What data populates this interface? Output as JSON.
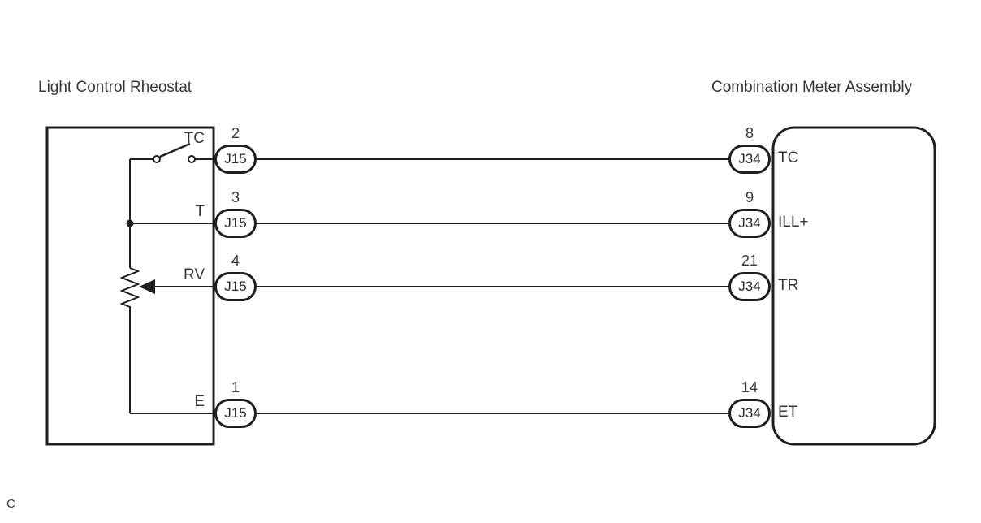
{
  "page": {
    "footnote": "C",
    "background": "#ffffff"
  },
  "colors": {
    "line": "#1f1f1f",
    "text": "#363636"
  },
  "symbols": {
    "switch": "switch-icon",
    "rheostat": "rheostat-resistor-icon",
    "wiper": "wiper-arrow-icon",
    "junction": "junction-dot"
  },
  "left_component": {
    "title": "Light Control Rheostat",
    "connector": "J15",
    "terminals": [
      {
        "pin": "2",
        "connector": "J15",
        "terminal": "TC"
      },
      {
        "pin": "3",
        "connector": "J15",
        "terminal": "T"
      },
      {
        "pin": "4",
        "connector": "J15",
        "terminal": "RV"
      },
      {
        "pin": "1",
        "connector": "J15",
        "terminal": "E"
      }
    ]
  },
  "right_component": {
    "title": "Combination Meter Assembly",
    "connector": "J34",
    "terminals": [
      {
        "pin": "8",
        "connector": "J34",
        "terminal": "TC"
      },
      {
        "pin": "9",
        "connector": "J34",
        "terminal": "ILL+"
      },
      {
        "pin": "21",
        "connector": "J34",
        "terminal": "TR"
      },
      {
        "pin": "14",
        "connector": "J34",
        "terminal": "ET"
      }
    ]
  },
  "connections": [
    {
      "from_pin": "2",
      "from_terminal": "TC",
      "to_pin": "8",
      "to_terminal": "TC"
    },
    {
      "from_pin": "3",
      "from_terminal": "T",
      "to_pin": "9",
      "to_terminal": "ILL+"
    },
    {
      "from_pin": "4",
      "from_terminal": "RV",
      "to_pin": "21",
      "to_terminal": "TR"
    },
    {
      "from_pin": "1",
      "from_terminal": "E",
      "to_pin": "14",
      "to_terminal": "ET"
    }
  ]
}
